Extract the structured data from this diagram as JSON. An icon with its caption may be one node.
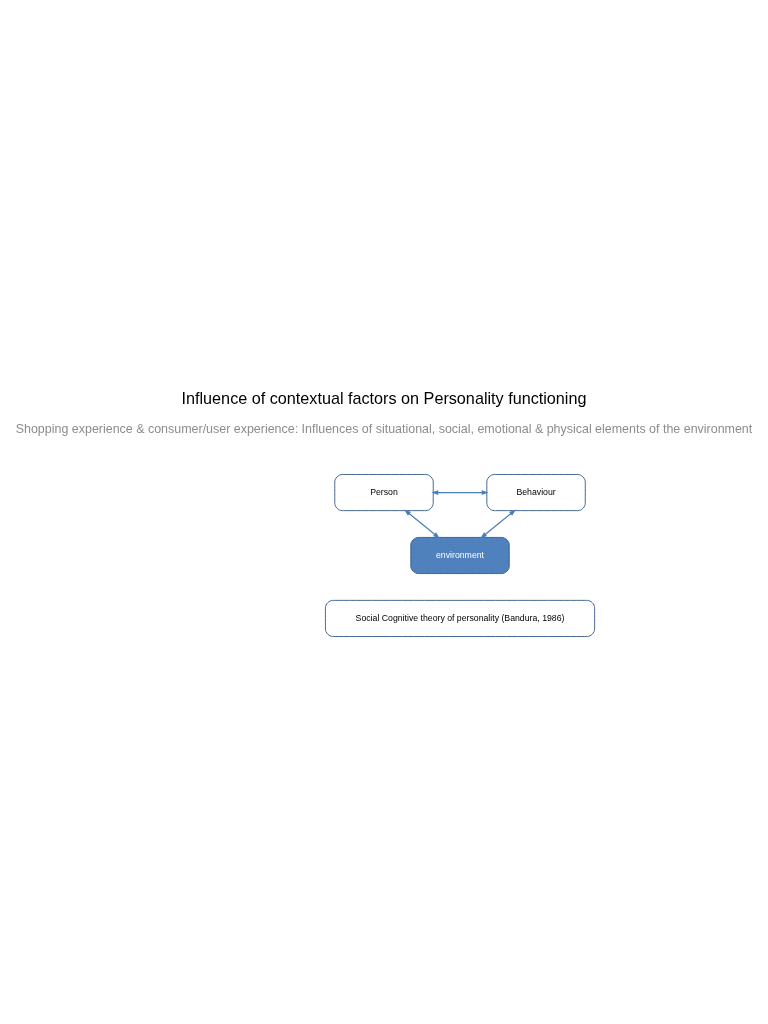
{
  "diagram": {
    "title": "Influence of contextual factors on Personality functioning",
    "nodes": [
      {
        "text": [
          "Person"
        ]
      },
      {
        "text": [
          "Behaviour"
        ]
      },
      {
        "text": [
          "environment"
        ]
      },
      {
        "text": [
          "Social Cognitive theory of personality (Bandura, 1986)"
        ]
      }
    ],
    "edges": [
      {
        "from": 0,
        "to": 1,
        "arrow": "both"
      },
      {
        "from": 0,
        "to": 2,
        "arrow": "both"
      },
      {
        "from": 1,
        "to": 2,
        "arrow": "both"
      }
    ],
    "labels": [
      "Shopping experience & consumer/user experience: Influences of situational, social, emotional & physical elements of the environment"
    ]
  }
}
